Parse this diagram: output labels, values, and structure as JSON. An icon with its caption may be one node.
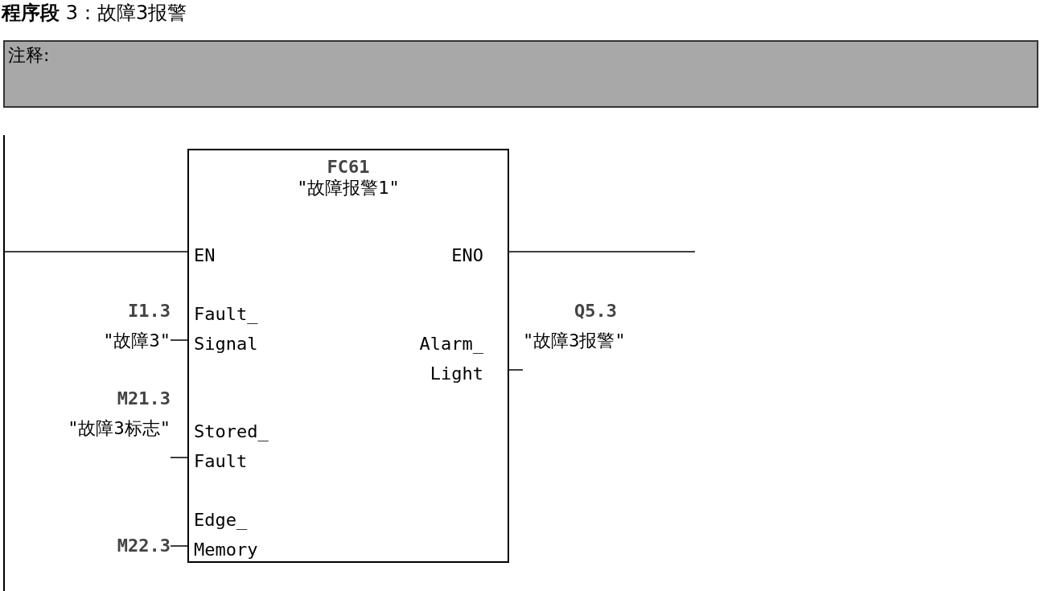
{
  "diagram": {
    "title": "**程序段** 3：故障3报警",
    "nodes": [
      {
        "text": [
          "注释:"
        ]
      },
      {
        "text": [],
        "shape": "bar"
      },
      {
        "text": [
          "FC61",
          "\"故障报警1\"",
          "EN",
          "ENO",
          "Fault_ Signal",
          "Alarm_ Light",
          "Stored_ Fault",
          "Edge_ Memory"
        ]
      },
      {
        "text": [
          "I1.3",
          "\"故障3\""
        ]
      },
      {
        "text": [
          "Q5.3",
          "\"故障3报警\""
        ]
      },
      {
        "text": [
          "M21.3",
          "\"故障3标志\""
        ]
      },
      {
        "text": [
          "M22.3"
        ]
      }
    ],
    "edges": [
      {
        "from": 1,
        "to": 2,
        "arrow": "none"
      },
      {
        "from": 2,
        "to": null,
        "arrow": "none"
      },
      {
        "from": 3,
        "to": 2,
        "arrow": "none"
      },
      {
        "from": 2,
        "to": 4,
        "arrow": "none"
      },
      {
        "from": 5,
        "to": 2,
        "arrow": "none"
      },
      {
        "from": 6,
        "to": 2,
        "arrow": "none"
      }
    ]
  }
}
